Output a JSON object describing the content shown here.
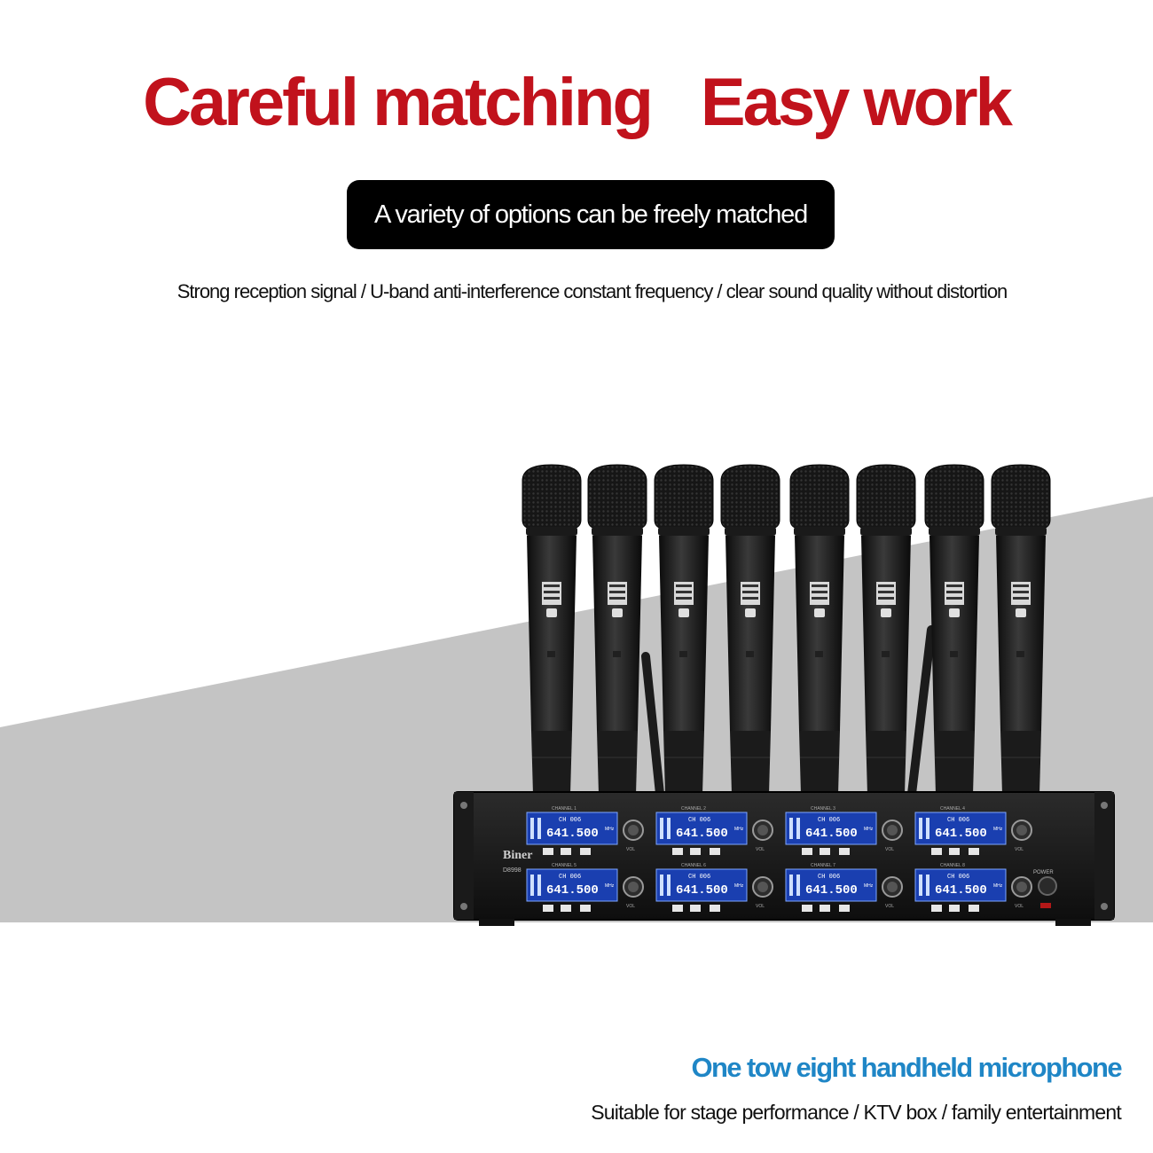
{
  "headline": {
    "left": "Careful matching",
    "right": "Easy work"
  },
  "subtitle_pill": "A variety of options can be freely matched",
  "features_line": "Strong reception signal / U-band anti-interference constant frequency / clear sound quality without distortion",
  "product": {
    "name": "One tow eight handheld microphone",
    "usage": "Suitable for stage performance / KTV box / family entertainment",
    "microphone_count": 8,
    "receiver": {
      "brand": "Biner",
      "model": "D8998",
      "power_label": "POWER",
      "channel_labels": [
        "CHANNEL 1",
        "CHANNEL 2",
        "CHANNEL 3",
        "CHANNEL 4",
        "CHANNEL 5",
        "CHANNEL 6",
        "CHANNEL 7",
        "CHANNEL 8"
      ],
      "display_frequency": "641.500",
      "display_unit": "MHz",
      "display_channel": "CH 006",
      "volume_label": "VOL"
    }
  },
  "colors": {
    "headline": "#c1121c",
    "pill_bg": "#000000",
    "product_name": "#1f86c6",
    "background_band": "#c4c4c4",
    "lcd_blue": "#1a3fb0"
  }
}
